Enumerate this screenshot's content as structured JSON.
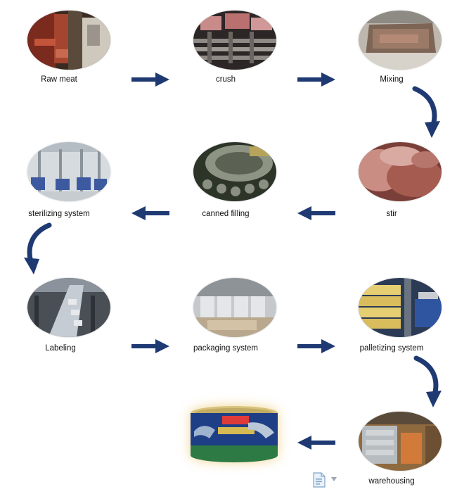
{
  "steps": [
    {
      "label": "Raw  meat"
    },
    {
      "label": "crush"
    },
    {
      "label": "Mixing"
    },
    {
      "label": "stir"
    },
    {
      "label": "canned filling"
    },
    {
      "label": "sterilizing system"
    },
    {
      "label": "Labeling"
    },
    {
      "label": "packaging system"
    },
    {
      "label": "palletizing system"
    },
    {
      "label": "warehousing"
    }
  ],
  "colors": {
    "arrow": "#1f3a73",
    "text": "#111111"
  },
  "icons": {
    "arrows": "arrow-icon",
    "document": "document-icon",
    "dropdown": "caret-down-icon"
  }
}
